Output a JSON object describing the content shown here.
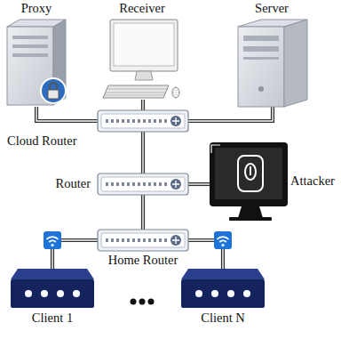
{
  "diagram": {
    "nodes": [
      {
        "text": [
          "Proxy"
        ]
      },
      {
        "text": [
          "Receiver"
        ]
      },
      {
        "text": [
          "Server"
        ]
      },
      {
        "text": [
          "Cloud Router"
        ]
      },
      {
        "text": [
          "Router"
        ]
      },
      {
        "text": [
          "Attacker"
        ]
      },
      {
        "text": [
          "Home Router"
        ]
      },
      {
        "text": [
          "Client 1"
        ]
      },
      {
        "text": [
          "Client N"
        ]
      }
    ],
    "edges": [
      {
        "from": 0,
        "to": 3,
        "arrow": "none"
      },
      {
        "from": 1,
        "to": 3,
        "arrow": "none"
      },
      {
        "from": 2,
        "to": 3,
        "arrow": "none"
      },
      {
        "from": 3,
        "to": 4,
        "arrow": "none"
      },
      {
        "from": 4,
        "to": 5,
        "arrow": "none"
      },
      {
        "from": 4,
        "to": 6,
        "arrow": "none"
      },
      {
        "from": 6,
        "to": 7,
        "arrow": "none"
      },
      {
        "from": 6,
        "to": 8,
        "arrow": "none"
      }
    ]
  }
}
